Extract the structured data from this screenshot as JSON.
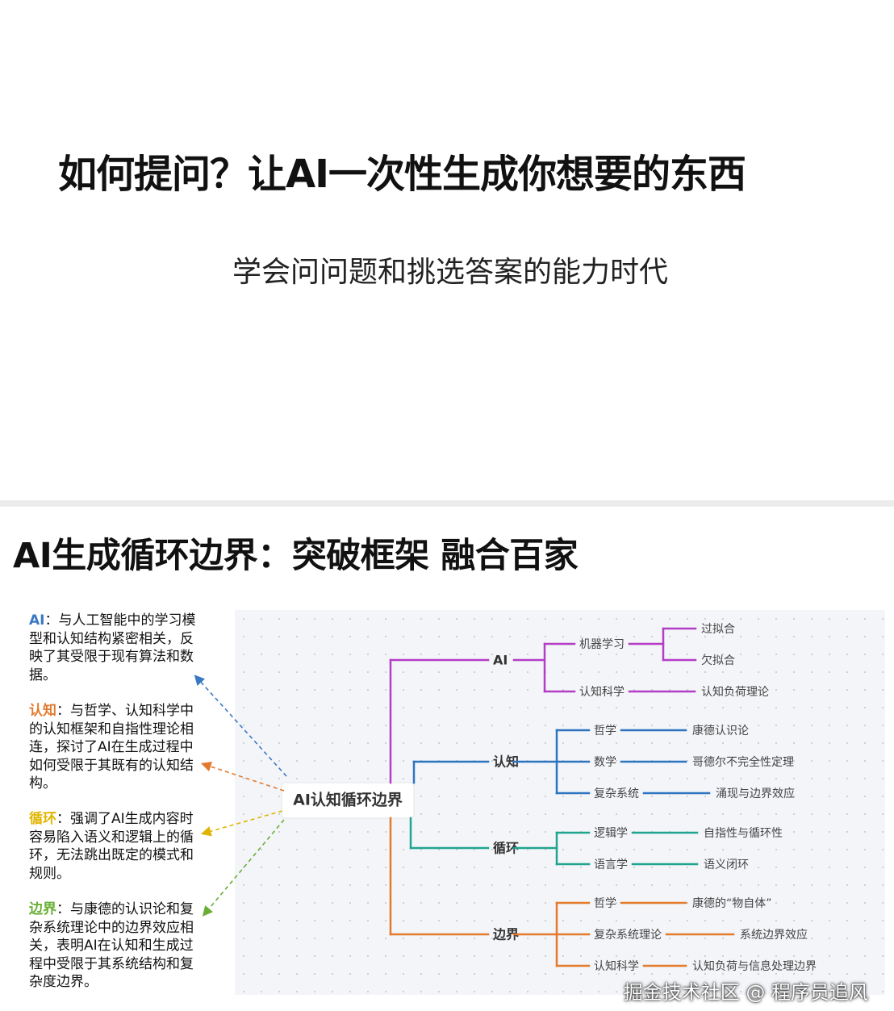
{
  "slide1": {
    "title": "如何提问？让AI一次性生成你想要的东西",
    "subtitle": "学会问问题和挑选答案的能力时代"
  },
  "slide2": {
    "title": "AI生成循环边界：突破框架 融合百家",
    "notes": [
      {
        "key": "AI",
        "sep": "：",
        "text": "与人工智能中的学习模型和认知结构紧密相关，反映了其受限于现有算法和数据。",
        "color": "#3b78c4"
      },
      {
        "key": "认知",
        "sep": "：",
        "text": "与哲学、认知科学中的认知框架和自指性理论相连，探讨了AI在生成过程中如何受限于其既有的认知结构。",
        "color": "#e27a2e"
      },
      {
        "key": "循环",
        "sep": "：",
        "text": "强调了AI生成内容时容易陷入语义和逻辑上的循环，无法跳出既定的模式和规则。",
        "color": "#e0b400"
      },
      {
        "key": "边界",
        "sep": "：",
        "text": "与康德的认识论和复杂系统理论中的边界效应相关，表明AI在认知和生成过程中受限于其系统结构和复杂度边界。",
        "color": "#6aae36"
      }
    ],
    "mindmap": {
      "root": "AI认知循环边界",
      "branches": [
        {
          "label": "AI",
          "color": "#b43dc6",
          "children": [
            {
              "label": "机器学习",
              "leaves": [
                "过拟合",
                "欠拟合"
              ]
            },
            {
              "label": "认知科学",
              "leaves": [
                "认知负荷理论"
              ]
            }
          ]
        },
        {
          "label": "认知",
          "color": "#2d74c0",
          "children": [
            {
              "label": "哲学",
              "leaves": [
                "康德认识论"
              ]
            },
            {
              "label": "数学",
              "leaves": [
                "哥德尔不完全性定理"
              ]
            },
            {
              "label": "复杂系统",
              "leaves": [
                "涌现与边界效应"
              ]
            }
          ]
        },
        {
          "label": "循环",
          "color": "#1fa58f",
          "children": [
            {
              "label": "逻辑学",
              "leaves": [
                "自指性与循环性"
              ]
            },
            {
              "label": "语言学",
              "leaves": [
                "语义闭环"
              ]
            }
          ]
        },
        {
          "label": "边界",
          "color": "#e47b2c",
          "children": [
            {
              "label": "哲学",
              "leaves": [
                "康德的“物自体”"
              ]
            },
            {
              "label": "复杂系统理论",
              "leaves": [
                "系统边界效应"
              ]
            },
            {
              "label": "认知科学",
              "leaves": [
                "认知负荷与信息处理边界"
              ]
            }
          ]
        }
      ]
    },
    "watermark": "掘金技术社区 @ 程序员追风"
  }
}
